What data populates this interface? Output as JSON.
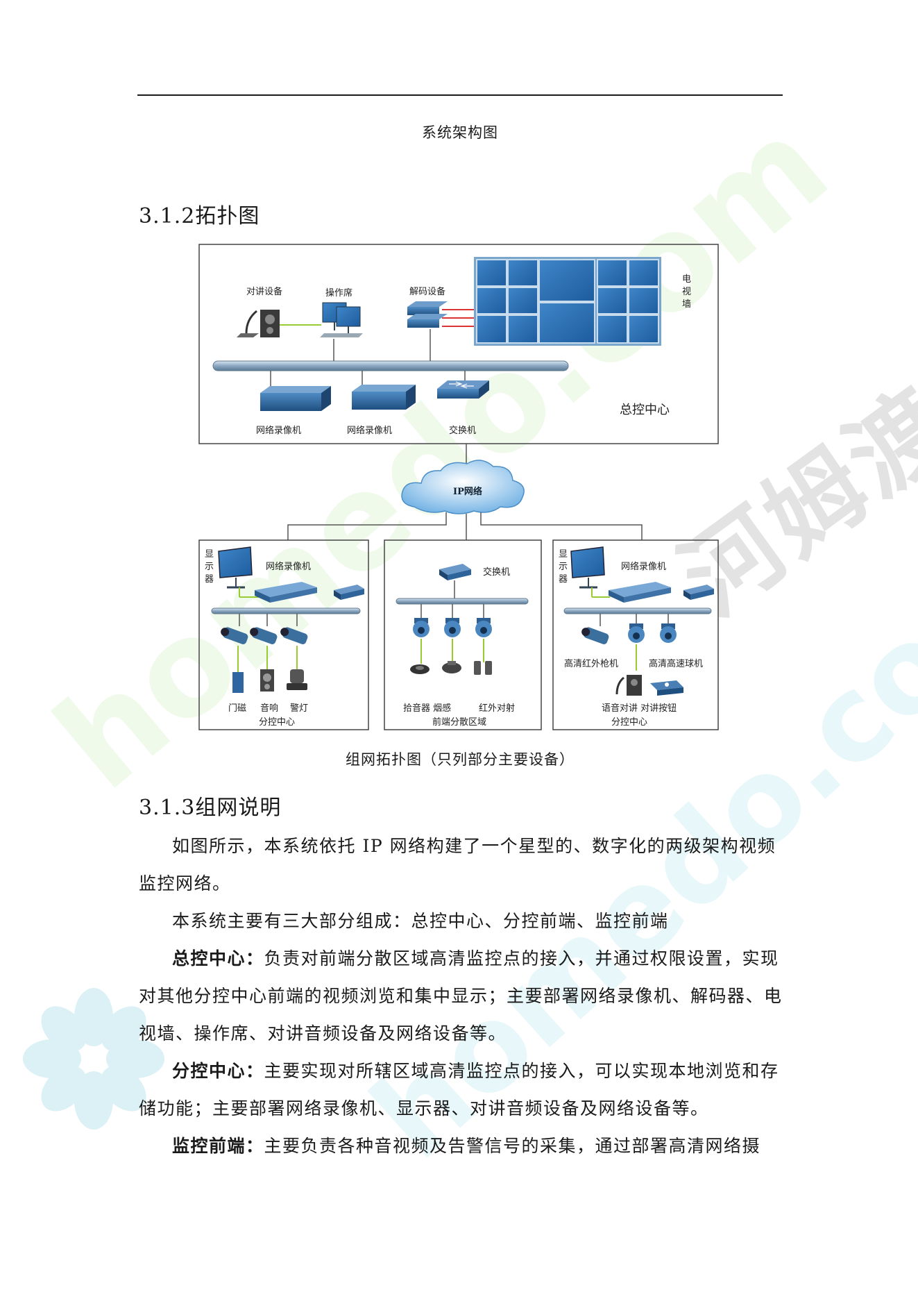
{
  "fig1_caption": "系统架构图",
  "sec312_heading": "3.1.2拓扑图",
  "diagram": {
    "main_labels": {
      "intercom": "对讲设备",
      "operator_desk": "操作席",
      "decoder": "解码设备",
      "tv_wall_chars": [
        "电",
        "视",
        "墙"
      ],
      "nvr1": "网络录像机",
      "nvr2": "网络录像机",
      "switch": "交换机",
      "master_center": "总控中心"
    },
    "cloud_label": "IP网络",
    "left_box": {
      "display_chars": [
        "显",
        "示",
        "器"
      ],
      "nvr": "网络录像机",
      "door": "门磁",
      "speaker": "音响",
      "alarm_light": "警灯",
      "title": "分控中心"
    },
    "middle_box": {
      "switch": "交换机",
      "pickup_smoke": "拾音器  烟感",
      "infrared": "红外对射",
      "title": "前端分散区域"
    },
    "right_box": {
      "display_chars": [
        "显",
        "示",
        "器"
      ],
      "nvr": "网络录像机",
      "hd_ir_gun": "高清红外枪机",
      "hd_dome": "高清高速球机",
      "voice_intercom": "语音对讲  对讲按钮",
      "title": "分控中心"
    }
  },
  "fig2_caption": "组网拓扑图（只列部分主要设备）",
  "sec313_heading": "3.1.3组网说明",
  "paragraphs": {
    "p1": "如图所示，本系统依托 IP 网络构建了一个星型的、数字化的两级架构视频监控网络。",
    "p2": "本系统主要有三大部分组成：总控中心、分控前端、监控前端",
    "p3_bold": "总控中心：",
    "p3_text": "负责对前端分散区域高清监控点的接入，并通过权限设置，实现对其他分控中心前端的视频浏览和集中显示；主要部署网络录像机、解码器、电视墙、操作席、对讲音频设备及网络设备等。",
    "p4_bold": "分控中心：",
    "p4_text": "主要实现对所辖区域高清监控点的接入，可以实现本地浏览和存储功能；主要部署网络录像机、显示器、对讲音频设备及网络设备等。",
    "p5_bold": "监控前端：",
    "p5_text": "主要负责各种音视频及告警信号的采集，通过部署高清网络摄"
  },
  "watermarks": [
    "homedo.com",
    "homedo.com",
    "河姆渡"
  ]
}
